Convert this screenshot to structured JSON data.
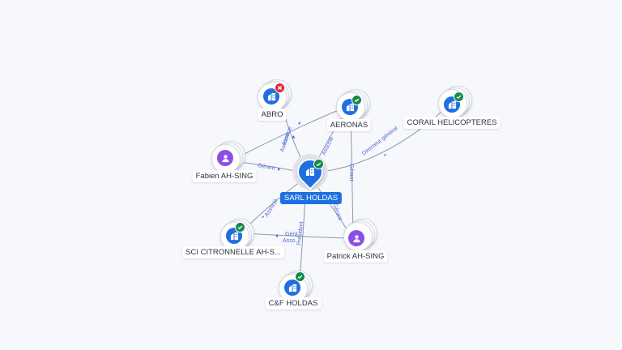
{
  "nodes": {
    "center": {
      "label": "SARL HOLDAS",
      "type": "company",
      "status": "active"
    },
    "abro": {
      "label": "ABRO",
      "type": "company",
      "status": "closed"
    },
    "aeronas": {
      "label": "AERONAS",
      "type": "company",
      "status": "active"
    },
    "corail": {
      "label": "CORAIL HELICOPTERES",
      "type": "company",
      "status": "active"
    },
    "fabien": {
      "label": "Fabien AH-SING",
      "type": "person"
    },
    "sci": {
      "label": "SCI CITRONNELLE AH-S...",
      "type": "company",
      "status": "active"
    },
    "patrick": {
      "label": "Patrick AH-SING",
      "type": "person"
    },
    "cf": {
      "label": "C&F HOLDAS",
      "type": "company",
      "status": "active"
    }
  },
  "edge_labels": {
    "associe": "Associé",
    "associe_short": "Associe",
    "gerant": "Gérant",
    "directeur": "Directeur général",
    "president": "Président",
    "gera": "Géra",
    "asso": "Asso"
  },
  "colors": {
    "company": "#1f6fe0",
    "person": "#8b4ee8",
    "active_badge": "#14894a",
    "closed_badge": "#e0243d",
    "edge": "#8d96b3",
    "edge_label": "#4b6bd6"
  },
  "icons": {
    "company": "building-icon",
    "person": "person-icon",
    "active": "check-icon",
    "closed": "cross-icon"
  }
}
